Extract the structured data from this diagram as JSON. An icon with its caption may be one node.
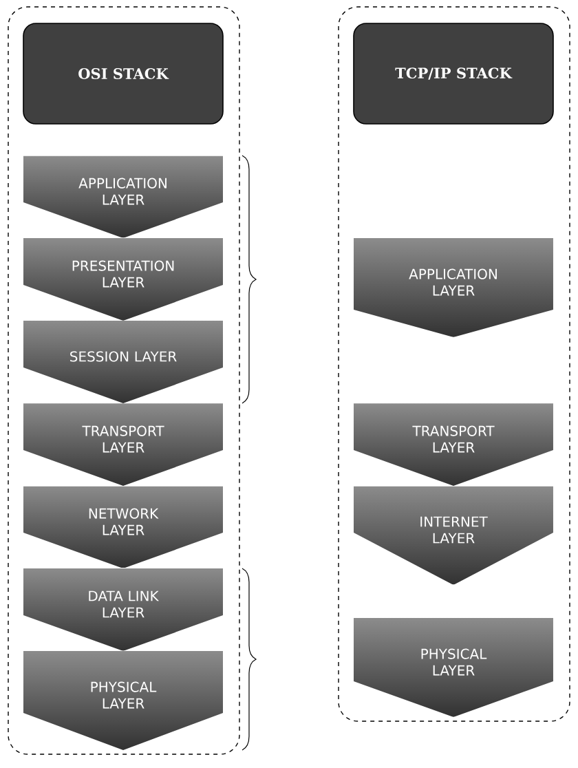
{
  "diagram": {
    "nodes": [
      {
        "text": [],
        "shape": "box"
      },
      {
        "text": [
          "OSI STACK"
        ],
        "in": 0
      },
      {
        "text": [
          "APPLICATION LAYER"
        ],
        "in": 0
      },
      {
        "text": [
          "PRESENTATION LAYER"
        ],
        "in": 0
      },
      {
        "text": [
          "SESSION LAYER"
        ],
        "in": 0
      },
      {
        "text": [
          "TRANSPORT LAYER"
        ],
        "in": 0
      },
      {
        "text": [
          "NETWORK LAYER"
        ],
        "in": 0
      },
      {
        "text": [
          "DATA LINK LAYER"
        ],
        "in": 0
      },
      {
        "text": [
          "PHYSICAL LAYER"
        ],
        "in": 0
      },
      {
        "text": [],
        "shape": "box"
      },
      {
        "text": [
          "TCP/IP STACK"
        ],
        "in": 9
      },
      {
        "text": [
          "APPLICATION LAYER"
        ],
        "in": 9
      },
      {
        "text": [
          "TRANSPORT LAYER"
        ],
        "in": 9
      },
      {
        "text": [
          "INTERNET LAYER"
        ],
        "in": 9
      },
      {
        "text": [
          "PHYSICAL LAYER"
        ],
        "in": 9
      }
    ],
    "edges": []
  }
}
